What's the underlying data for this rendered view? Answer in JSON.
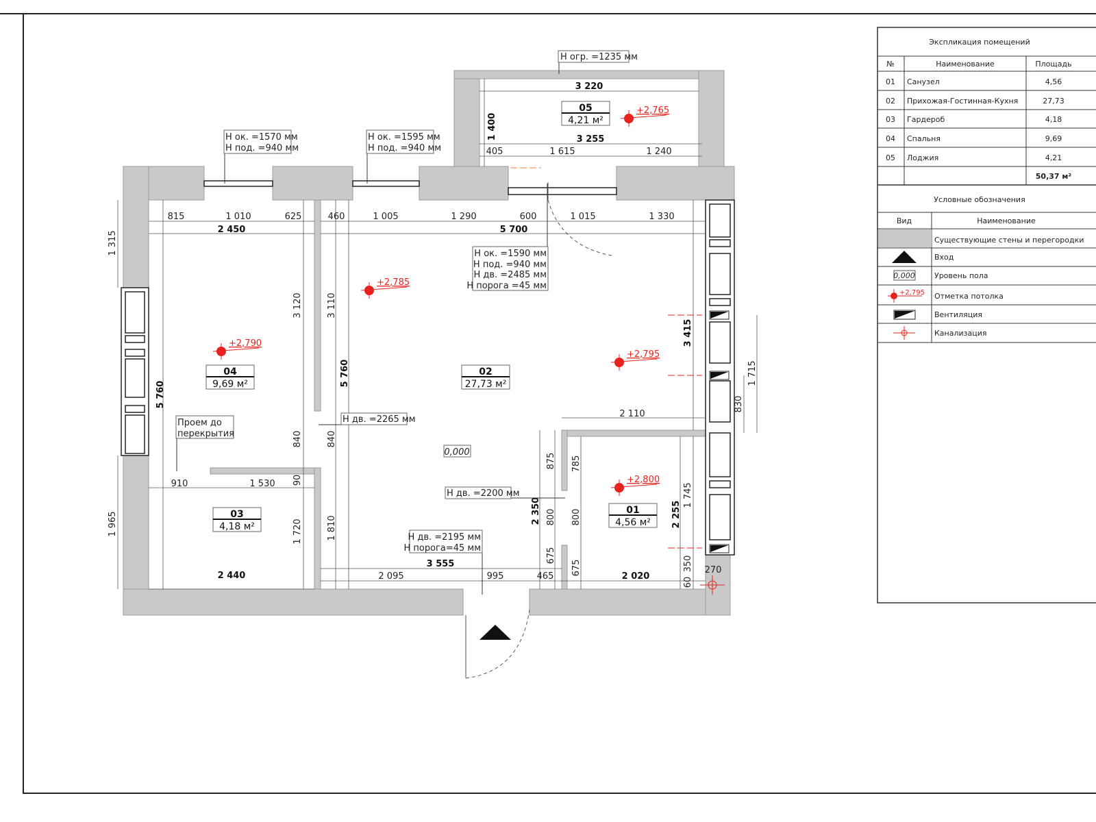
{
  "room_labels": [
    {
      "num": "05",
      "area": "4,21 м²"
    },
    {
      "num": "04",
      "area": "9,69 м²"
    },
    {
      "num": "02",
      "area": "27,73 м²"
    },
    {
      "num": "03",
      "area": "4,18 м²"
    },
    {
      "num": "01",
      "area": "4,56 м²"
    }
  ],
  "ceiling_marks": [
    "+2,765",
    "+2,785",
    "+2,790",
    "+2,795",
    "+2,800"
  ],
  "floor_level": "0,000",
  "notes": {
    "loggia_fence": "Н огр. =1235 мм",
    "window1": [
      "Н ок. =1570 мм",
      "Н под. =940 мм"
    ],
    "window2": [
      "Н ок. =1595 мм",
      "Н под. =940 мм"
    ],
    "balcony_door": [
      "Н ок. =1590 мм",
      "Н под. =940 мм",
      "Н дв. =2485 мм",
      "Н порога =45 мм"
    ],
    "door_2265": "Н дв. =2265 мм",
    "opening": [
      "Проем до",
      "перекрытия"
    ],
    "door_2200": "Н дв. =2200 мм",
    "entry_door": [
      "Н дв. =2195 мм",
      "Н порога=45 мм"
    ]
  },
  "dims": [
    "815",
    "1 010",
    "625",
    "2 450",
    "460",
    "1 005",
    "1 290",
    "600",
    "1 015",
    "1 330",
    "5 700",
    "3 220",
    "3 255",
    "405",
    "1 615",
    "1 240",
    "2 110",
    "910",
    "1 530",
    "2 440",
    "3 555",
    "2 095",
    "995",
    "465",
    "2 020",
    "270",
    "1 315",
    "5 760",
    "3 120",
    "3 110",
    "5 760",
    "1 400",
    "840",
    "840",
    "90",
    "1 720",
    "1 810",
    "1 965",
    "3 415",
    "1 715",
    "830",
    "875",
    "785",
    "2 350",
    "800",
    "800",
    "675",
    "675",
    "2 255",
    "1 745",
    "350",
    "60"
  ],
  "explication": {
    "title": "Экспликация помещений",
    "headers": [
      "№",
      "Наименование",
      "Площадь"
    ],
    "rows": [
      [
        "01",
        "Санузел",
        "4,56"
      ],
      [
        "02",
        "Прихожая-Гостинная-Кухня",
        "27,73"
      ],
      [
        "03",
        "Гардероб",
        "4,18"
      ],
      [
        "04",
        "Спальня",
        "9,69"
      ],
      [
        "05",
        "Лоджия",
        "4,21"
      ]
    ],
    "total": "50,37 м²"
  },
  "legend": {
    "title": "Условные обозначения",
    "headers": [
      "Вид",
      "Наименование"
    ],
    "items": [
      {
        "icon": "hatch-wall",
        "label": "Существующие стены и перегородки"
      },
      {
        "icon": "entry-triangle",
        "label": "Вход"
      },
      {
        "icon": "floor-level",
        "label": "Уровень пола",
        "sample": "0,000"
      },
      {
        "icon": "ceiling-mark",
        "label": "Отметка потолка",
        "sample": "+2,795"
      },
      {
        "icon": "ventilation",
        "label": "Вентиляция"
      },
      {
        "icon": "sewer",
        "label": "Канализация"
      }
    ]
  },
  "colors": {
    "wall": "#c9c9c9",
    "mark": "#e8231f",
    "line": "#222222"
  }
}
